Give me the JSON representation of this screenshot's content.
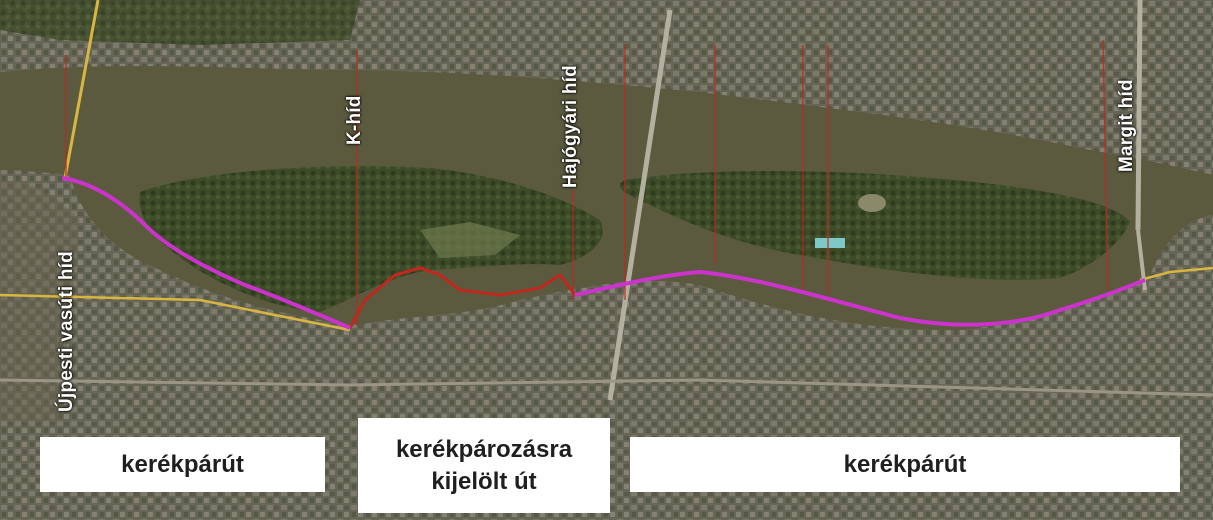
{
  "bridges": [
    {
      "id": "ujpesti",
      "label": "Újpesti vasúti híd"
    },
    {
      "id": "k",
      "label": "K-híd"
    },
    {
      "id": "hajogyari",
      "label": "Hajógyári híd"
    },
    {
      "id": "margit",
      "label": "Margit híd"
    }
  ],
  "legend": {
    "segment_1": "kerékpárút",
    "segment_2_line_1": "kerékpározásra",
    "segment_2_line_2": "kijelölt út",
    "segment_3": "kerékpárút"
  },
  "colors": {
    "river": "#5b5a3f",
    "island": "#3f4d2a",
    "bike_path": "#cc33cc",
    "designated_route": "#c0281e",
    "road": "#d8b640"
  }
}
